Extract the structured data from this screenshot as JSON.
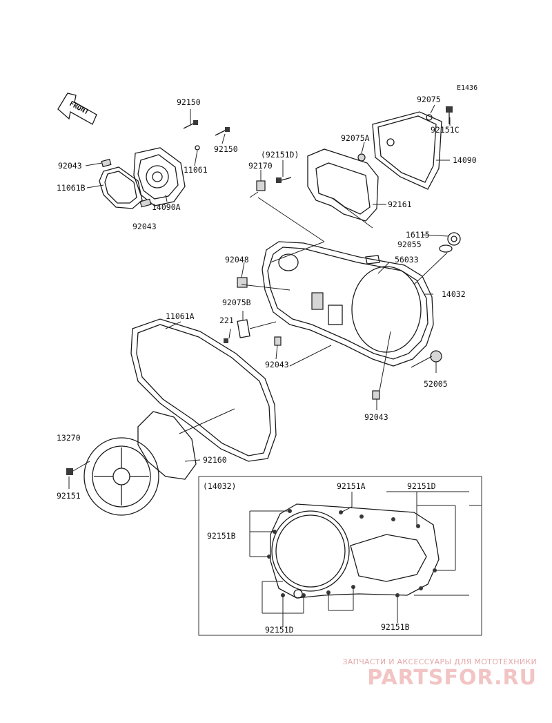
{
  "diagram_code": "E1436",
  "front_label": "FRONT",
  "inset_label": "(14032)",
  "watermark": {
    "subtitle": "ЗАПЧАСТИ И АКСЕССУАРЫ ДЛЯ МОТОТЕХНИКИ",
    "logo": "PARTSFOR.RU"
  },
  "labels": {
    "p92150a": "92150",
    "p92150b": "92150",
    "p92043a": "92043",
    "p11061": "11061",
    "p11061b": "11061B",
    "p14090a": "14090A",
    "p92043b": "92043",
    "p92075": "92075",
    "p92151c": "92151C",
    "p92075a": "92075A",
    "p14090": "14090",
    "p92151d_paren": "(92151D)",
    "p92170": "92170",
    "p92161": "92161",
    "p16115": "16115",
    "p92055": "92055",
    "p56033": "56033",
    "p92048": "92048",
    "p14032": "14032",
    "p92075b": "92075B",
    "p11061a": "11061A",
    "p221": "221",
    "p92043c": "92043",
    "p52005": "52005",
    "p92043d": "92043",
    "p13270": "13270",
    "p92160": "92160",
    "p92151": "92151",
    "p92151a": "92151A",
    "p92151d_top": "92151D",
    "p92151b_left": "92151B",
    "p92151d_bottom": "92151D",
    "p92151b_bottom": "92151B"
  }
}
